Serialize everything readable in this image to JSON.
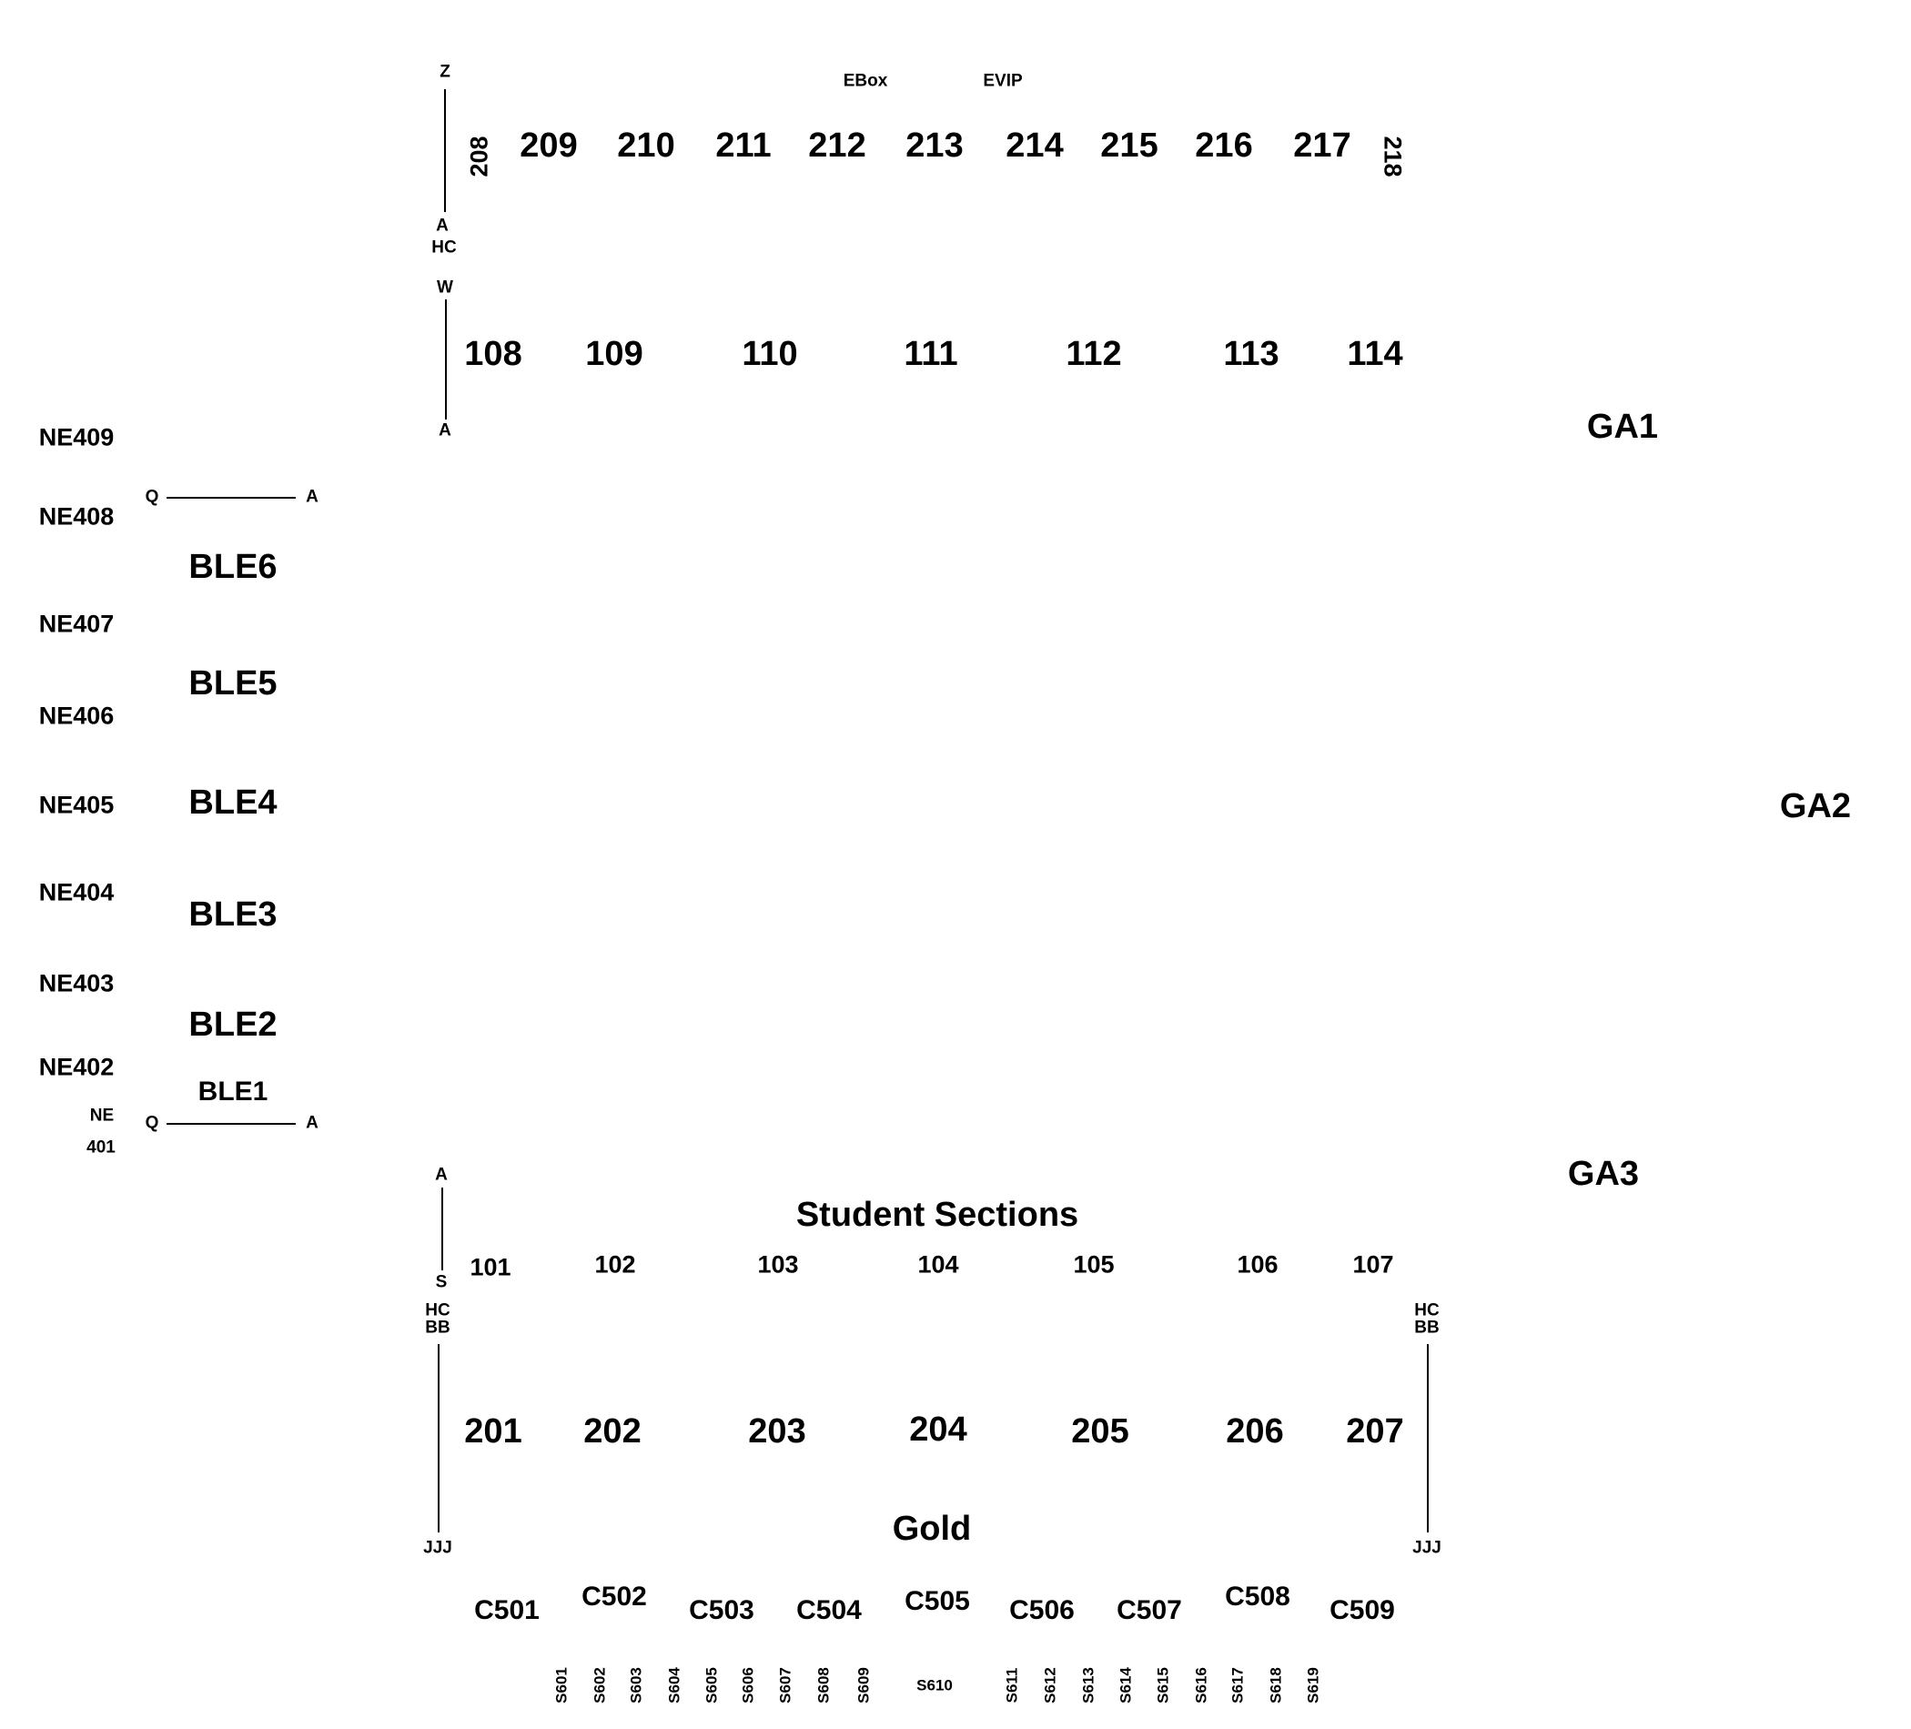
{
  "top_markers": {
    "z": "Z",
    "a1": "A",
    "hc": "HC",
    "w": "W",
    "a2": "A",
    "ebox": "EBox",
    "evip": "EVIP"
  },
  "upper_200s": [
    "208",
    "209",
    "210",
    "211",
    "212",
    "213",
    "214",
    "215",
    "216",
    "217",
    "218"
  ],
  "upper_100s": [
    "108",
    "109",
    "110",
    "111",
    "112",
    "113",
    "114"
  ],
  "ga": [
    "GA1",
    "GA2",
    "GA3"
  ],
  "ne": [
    "NE409",
    "NE408",
    "NE407",
    "NE406",
    "NE405",
    "NE404",
    "NE403",
    "NE402",
    "NE",
    "401"
  ],
  "ble": [
    "BLE6",
    "BLE5",
    "BLE4",
    "BLE3",
    "BLE2",
    "BLE1"
  ],
  "qa": {
    "q": "Q",
    "a": "A"
  },
  "bottom_markers": {
    "a": "A",
    "s": "S",
    "hc": "HC",
    "bb": "BB",
    "jjj": "JJJ"
  },
  "student_sections": "Student Sections",
  "lower_100s": [
    "101",
    "102",
    "103",
    "104",
    "105",
    "106",
    "107"
  ],
  "lower_200s": [
    "201",
    "202",
    "203",
    "204",
    "205",
    "206",
    "207"
  ],
  "gold": "Gold",
  "c_sections": [
    "C501",
    "C502",
    "C503",
    "C504",
    "C505",
    "C506",
    "C507",
    "C508",
    "C509"
  ],
  "s_sections": [
    "S601",
    "S602",
    "S603",
    "S604",
    "S605",
    "S606",
    "S607",
    "S608",
    "S609",
    "S610",
    "S611",
    "S612",
    "S613",
    "S614",
    "S615",
    "S616",
    "S617",
    "S618",
    "S619"
  ]
}
